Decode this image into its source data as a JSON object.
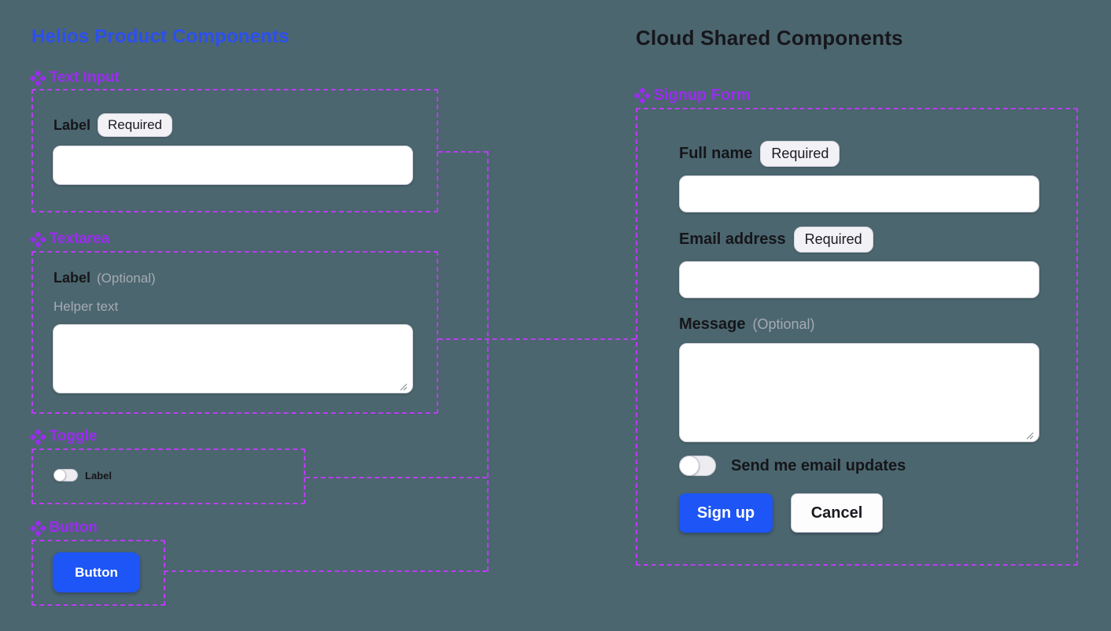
{
  "canvas": {
    "background": "#4b666e"
  },
  "colors": {
    "title_blue": "#2c4ff2",
    "title_dark": "#17161c",
    "component_purple": "#9b2cf0",
    "dash_purple": "#b93ef2",
    "primary_blue": "#1d55f6",
    "muted_gray": "#a6aab3",
    "badge_bg": "#f2f1f6"
  },
  "left": {
    "title": "Helios Product Components",
    "sections": [
      {
        "name": "Text Input",
        "label": "Label",
        "badge": "Required",
        "input_value": ""
      },
      {
        "name": "Textarea",
        "label": "Label",
        "optional": "(Optional)",
        "helper": "Helper text",
        "textarea_value": ""
      },
      {
        "name": "Toggle",
        "toggle_label": "Label",
        "toggle_state": "off"
      },
      {
        "name": "Button",
        "button_label": "Button"
      }
    ]
  },
  "right": {
    "title": "Cloud Shared Components",
    "section": {
      "name": "Signup Form",
      "fields": [
        {
          "label": "Full name",
          "badge": "Required",
          "value": ""
        },
        {
          "label": "Email address",
          "badge": "Required",
          "value": ""
        },
        {
          "label": "Message",
          "optional": "(Optional)",
          "value": ""
        }
      ],
      "toggle": {
        "label": "Send me email updates",
        "state": "off"
      },
      "buttons": [
        {
          "label": "Sign up",
          "style": "primary"
        },
        {
          "label": "Cancel",
          "style": "secondary"
        }
      ]
    }
  }
}
